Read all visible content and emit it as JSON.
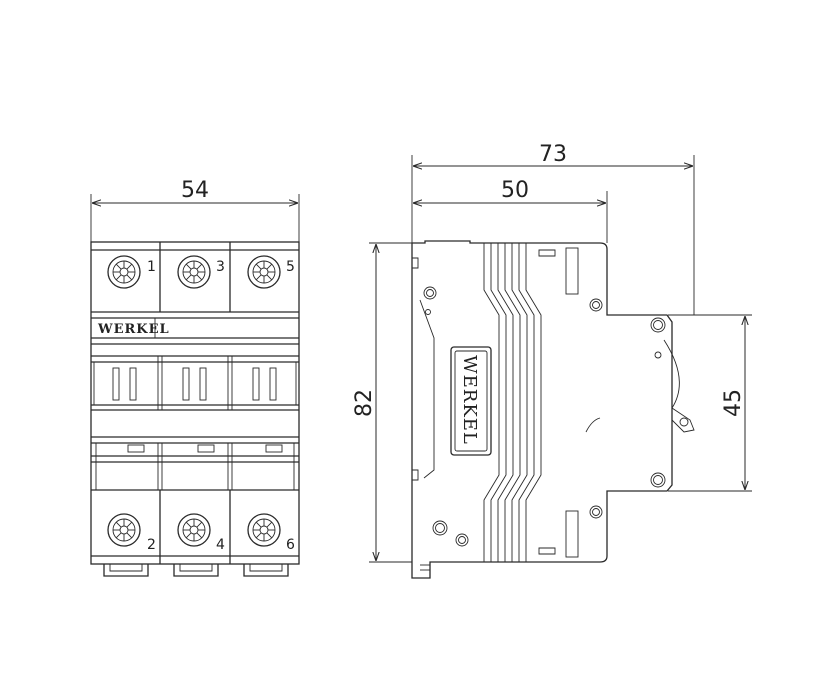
{
  "dimensions": {
    "front_width": "54",
    "side_total_width": "73",
    "side_body_width": "50",
    "height": "82",
    "rail_height": "45"
  },
  "terminals": {
    "top": [
      "1",
      "3",
      "5"
    ],
    "bottom": [
      "2",
      "4",
      "6"
    ]
  },
  "brand": {
    "front": "WERKEL",
    "side": "WERKEL"
  }
}
